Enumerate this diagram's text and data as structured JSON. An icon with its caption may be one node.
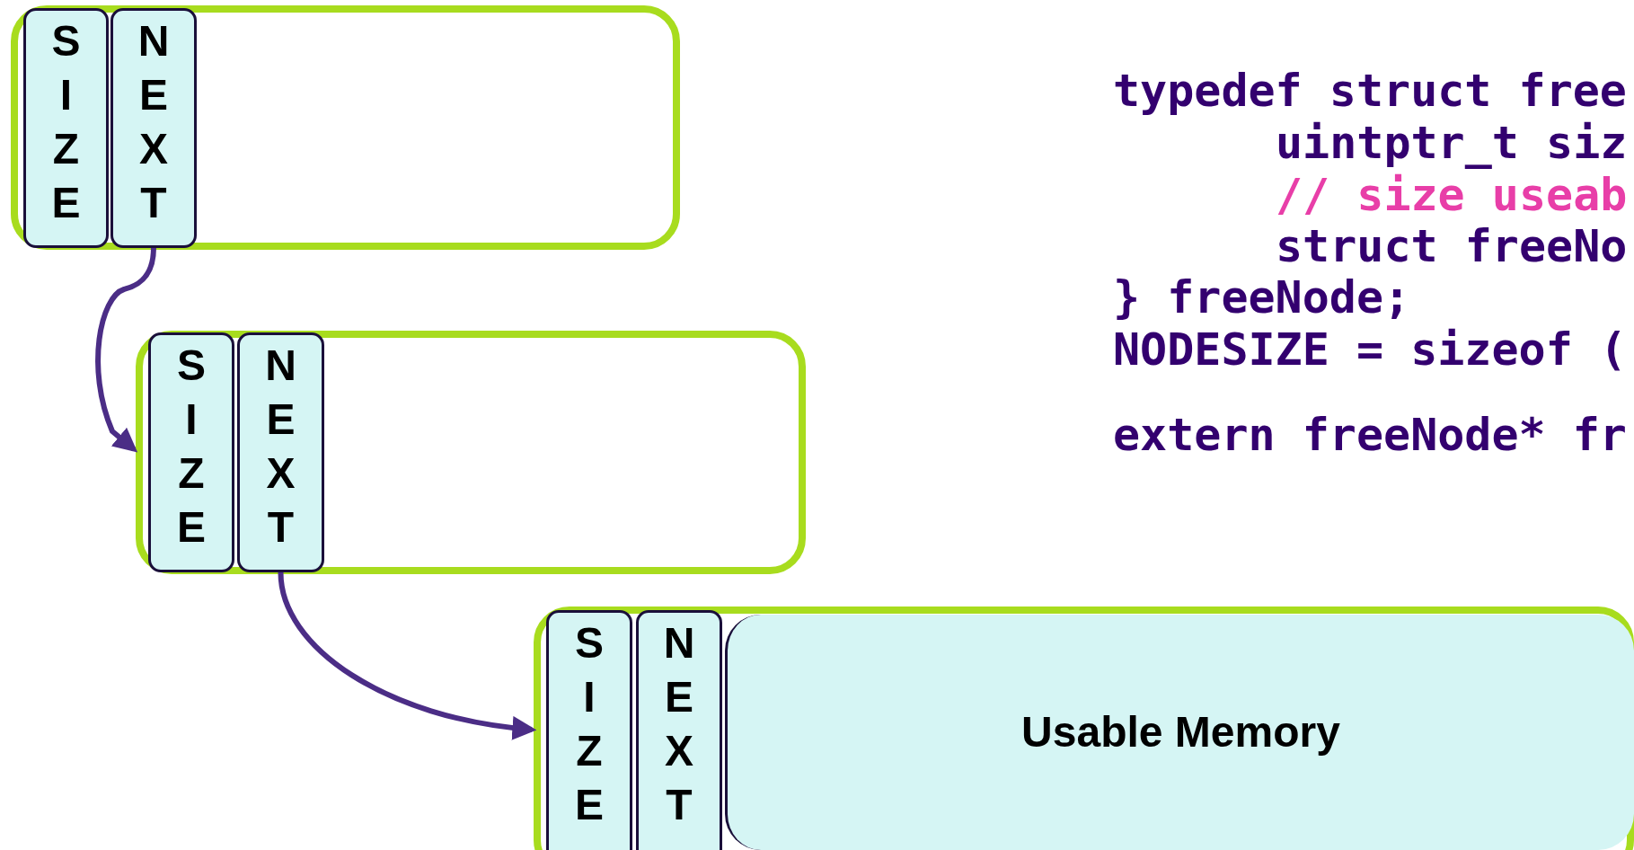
{
  "diagram": {
    "nodes": [
      {
        "text": [],
        "shape": "box"
      },
      {
        "text": [
          "SIZE"
        ],
        "in": 0
      },
      {
        "text": [
          "NEXT"
        ],
        "in": 0
      },
      {
        "text": [],
        "shape": "box"
      },
      {
        "text": [
          "SIZE"
        ],
        "in": 3
      },
      {
        "text": [
          "NEXT"
        ],
        "in": 3
      },
      {
        "text": [],
        "shape": "box"
      },
      {
        "text": [
          "SIZE"
        ],
        "in": 6
      },
      {
        "text": [
          "NEXT"
        ],
        "in": 6
      },
      {
        "text": [
          "Usable Memory"
        ],
        "in": 6
      }
    ],
    "edges": [
      {
        "from": 2,
        "to": 3,
        "arrow": "to"
      },
      {
        "from": 5,
        "to": 6,
        "arrow": "to"
      }
    ],
    "labels": [
      "typedef struct free",
      "uintptr_t siz",
      "// size useab",
      "struct freeNo",
      "} freeNode;",
      "NODESIZE = sizeof (",
      "extern freeNode* fr"
    ]
  }
}
